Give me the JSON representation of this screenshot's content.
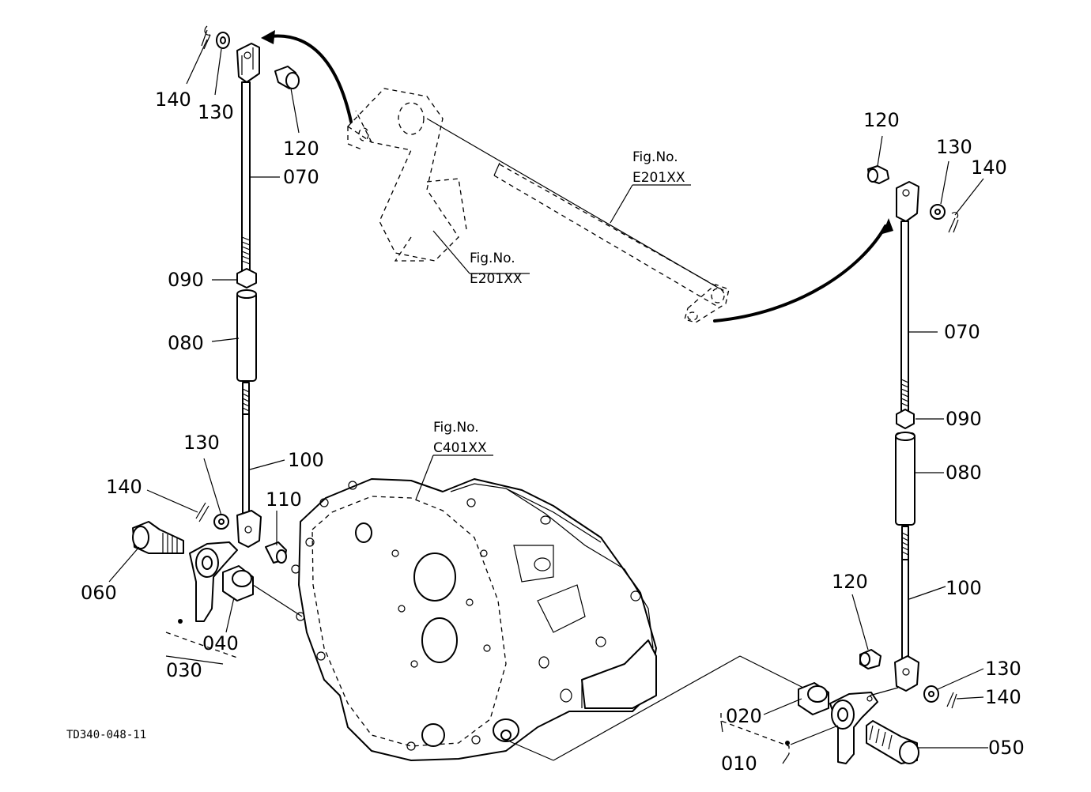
{
  "document_id": "TD340-048-11",
  "fig_refs": {
    "pedal_upper": {
      "line1": "Fig.No.",
      "line2": "E201XX"
    },
    "pedal_lower": {
      "line1": "Fig.No.",
      "line2": "E201XX"
    },
    "housing": {
      "line1": "Fig.No.",
      "line2": "C401XX"
    }
  },
  "callouts": {
    "left": {
      "140_top": "140",
      "130_top": "130",
      "120_top": "120",
      "070": "070",
      "090": "090",
      "080": "080",
      "130_low": "130",
      "100": "100",
      "140_low": "140",
      "110": "110",
      "060": "060",
      "040": "040",
      "030": "030"
    },
    "right": {
      "120_top": "120",
      "130_top": "130",
      "140_top": "140",
      "070": "070",
      "090": "090",
      "080": "080",
      "120_low": "120",
      "100": "100",
      "130_low": "130",
      "140_low": "140",
      "020": "020",
      "050": "050",
      "010": "010"
    }
  }
}
